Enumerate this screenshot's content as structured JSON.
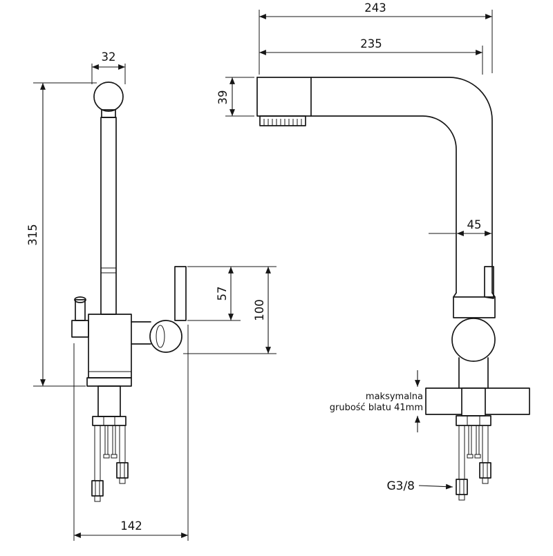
{
  "drawing": {
    "front_view": {
      "dim_spout_top_width": "32",
      "dim_total_height": "315",
      "dim_lever_length": "57",
      "dim_lever_height": "100",
      "dim_base_width": "142"
    },
    "side_view": {
      "dim_overall_reach": "243",
      "dim_spout_reach": "235",
      "dim_spout_height": "39",
      "dim_body_depth": "45",
      "note_line1": "maksymalna",
      "note_line2": "grubość blatu 41mm",
      "thread_label": "G3/8"
    }
  }
}
